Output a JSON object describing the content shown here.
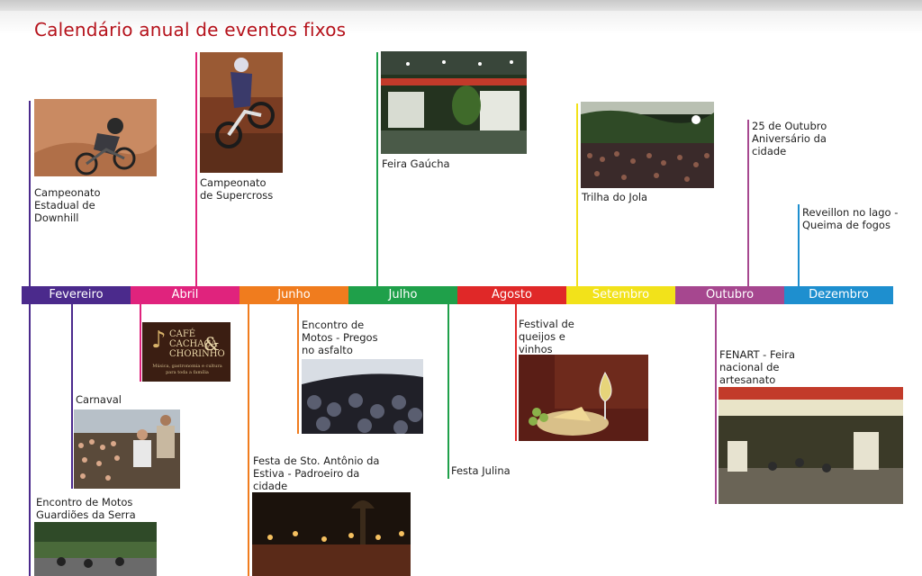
{
  "title": "Calendário anual de eventos fixos",
  "months": [
    {
      "label": "Fevereiro",
      "color": "#4b2a8c"
    },
    {
      "label": "Abril",
      "color": "#e0237d"
    },
    {
      "label": "Junho",
      "color": "#f07c1e"
    },
    {
      "label": "Julho",
      "color": "#1fa04a"
    },
    {
      "label": "Agosto",
      "color": "#e02828"
    },
    {
      "label": "Setembro",
      "color": "#f2e21a"
    },
    {
      "label": "Outubro",
      "color": "#a6478f"
    },
    {
      "label": "Dezembro",
      "color": "#1e8fcf"
    }
  ],
  "events_above": [
    {
      "text": "Campeonato\nEstadual de\nDownhill",
      "photo": "downhill-mountain-bike"
    },
    {
      "text": "Campeonato\nde Supercross",
      "photo": "supercross-motorbike"
    },
    {
      "text": "Feira Gaúcha",
      "photo": "exhibition-hall"
    },
    {
      "text": "Trilha do Jola",
      "photo": "night-crowd"
    },
    {
      "text": "25 de Outubro\nAniversário da\ncidade"
    },
    {
      "text": "Reveillon no lago -\nQueima de fogos"
    }
  ],
  "events_below": [
    {
      "text": "Encontro de Motos\nGuardiões da Serra",
      "photo": "motorcycles-forest"
    },
    {
      "text": "Carnaval",
      "photo": "carnival-crowd"
    },
    {
      "text": "",
      "photo": "cafe-cachaca-chorinho-poster"
    },
    {
      "text": "Festa de Sto. Antônio da\nEstiva - Padroeiro da\ncidade",
      "photo": "night-festival"
    },
    {
      "text": "Encontro de\nMotos - Pregos\nno asfalto",
      "photo": "motorcycle-rally"
    },
    {
      "text": "Festa Julina"
    },
    {
      "text": "Festival de\nqueijos e\nvinhos",
      "photo": "cheese-and-wine"
    },
    {
      "text": "FENART - Feira\nnacional de\nartesanato",
      "photo": "craft-fair-hall"
    }
  ],
  "poster": {
    "brand_line1": "CAFÉ",
    "brand_line2": "CACHAÇA",
    "brand_line3": "CHORINHO",
    "amp": "&",
    "tagline": "Música, gastronomia e cultura para toda a família"
  }
}
